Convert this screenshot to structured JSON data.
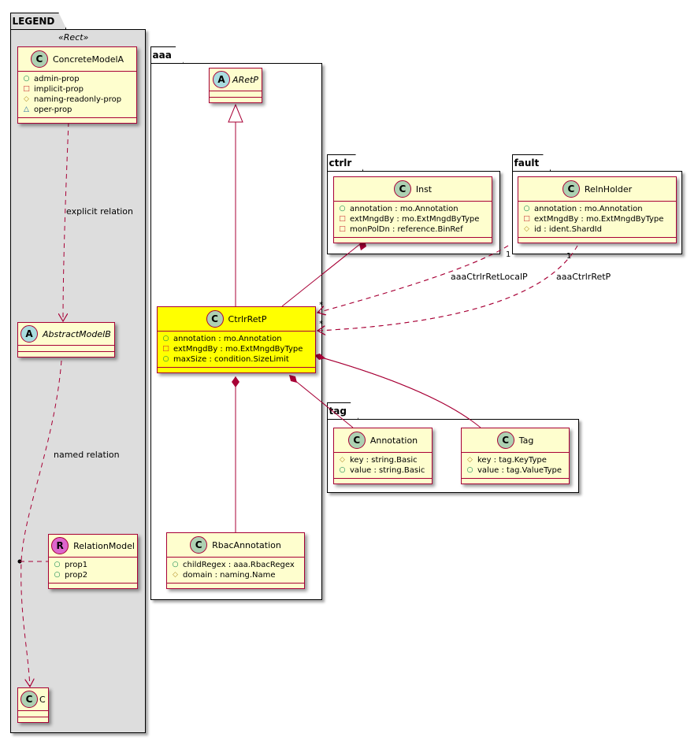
{
  "packages": {
    "legend": {
      "name": "LEGEND",
      "stereotype": "«Rect»"
    },
    "aaa": {
      "name": "aaa"
    },
    "ctrlr": {
      "name": "ctrlr"
    },
    "fault": {
      "name": "fault"
    },
    "tag": {
      "name": "tag"
    }
  },
  "classes": {
    "concreteModelA": {
      "spot": "C",
      "name": "ConcreteModelA",
      "attrs": [
        {
          "vis": "○",
          "text": "admin-prop"
        },
        {
          "vis": "□",
          "text": "implicit-prop"
        },
        {
          "vis": "◇",
          "text": "naming-readonly-prop"
        },
        {
          "vis": "△",
          "text": "oper-prop"
        }
      ]
    },
    "abstractModelB": {
      "spot": "A",
      "name": "AbstractModelB"
    },
    "relationModel": {
      "spot": "R",
      "name": "RelationModel",
      "attrs": [
        {
          "vis": "○",
          "text": "prop1"
        },
        {
          "vis": "○",
          "text": "prop2"
        }
      ]
    },
    "c": {
      "spot": "C",
      "name": "C"
    },
    "aRetP": {
      "spot": "A",
      "name": "ARetP"
    },
    "ctrlrRetP": {
      "spot": "C",
      "name": "CtrlrRetP",
      "attrs": [
        {
          "vis": "○",
          "text": "annotation : mo.Annotation"
        },
        {
          "vis": "□",
          "text": "extMngdBy : mo.ExtMngdByType"
        },
        {
          "vis": "○",
          "text": "maxSize : condition.SizeLimit"
        }
      ]
    },
    "rbacAnnotation": {
      "spot": "C",
      "name": "RbacAnnotation",
      "attrs": [
        {
          "vis": "○",
          "text": "childRegex : aaa.RbacRegex"
        },
        {
          "vis": "◇",
          "text": "domain : naming.Name"
        }
      ]
    },
    "inst": {
      "spot": "C",
      "name": "Inst",
      "attrs": [
        {
          "vis": "○",
          "text": "annotation : mo.Annotation"
        },
        {
          "vis": "□",
          "text": "extMngdBy : mo.ExtMngdByType"
        },
        {
          "vis": "□",
          "text": "monPolDn : reference.BinRef"
        }
      ]
    },
    "relnHolder": {
      "spot": "C",
      "name": "RelnHolder",
      "attrs": [
        {
          "vis": "○",
          "text": "annotation : mo.Annotation"
        },
        {
          "vis": "□",
          "text": "extMngdBy : mo.ExtMngdByType"
        },
        {
          "vis": "◇",
          "text": "id : ident.ShardId"
        }
      ]
    },
    "annotation": {
      "spot": "C",
      "name": "Annotation",
      "attrs": [
        {
          "vis": "◇",
          "text": "key : string.Basic"
        },
        {
          "vis": "○",
          "text": "value : string.Basic"
        }
      ]
    },
    "tag": {
      "spot": "C",
      "name": "Tag",
      "attrs": [
        {
          "vis": "◇",
          "text": "key : tag.KeyType"
        },
        {
          "vis": "○",
          "text": "value : tag.ValueType"
        }
      ]
    }
  },
  "relations": {
    "explicit": "explicit relation",
    "named": "named relation",
    "localP": "aaaCtrlrRetLocalP",
    "retP": "aaaCtrlrRetP",
    "mult_one": "1",
    "mult_many": "*"
  },
  "colors": {
    "class_fill": "#fefece",
    "class_border": "#a80036",
    "highlight_fill": "#ffff00",
    "legend_bg": "#dddddd",
    "edge": "#a80036"
  }
}
